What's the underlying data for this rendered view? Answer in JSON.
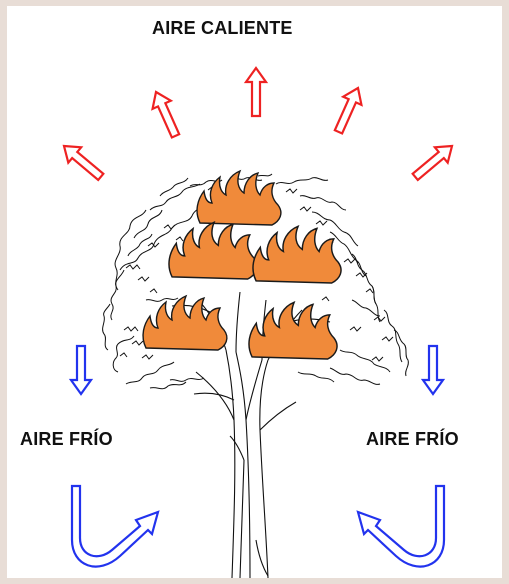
{
  "labels": {
    "hot_air": "AIRE CALIENTE",
    "cold_air_left": "AIRE FRÍO",
    "cold_air_right": "AIRE FRÍO"
  },
  "colors": {
    "hot_air_arrow": "#ee2222",
    "cold_air_arrow": "#2233ee",
    "flame_fill": "#f08a3a",
    "flame_stroke": "#1a1a1a",
    "tree_ink": "#111111",
    "background": "#e8ddd6",
    "panel": "#ffffff"
  },
  "icons": {
    "hot_air_arrows": "hollow-arrow-up",
    "cold_air_down_arrows": "hollow-arrow-down",
    "cold_air_return_arrows": "hollow-u-turn-arrow"
  }
}
